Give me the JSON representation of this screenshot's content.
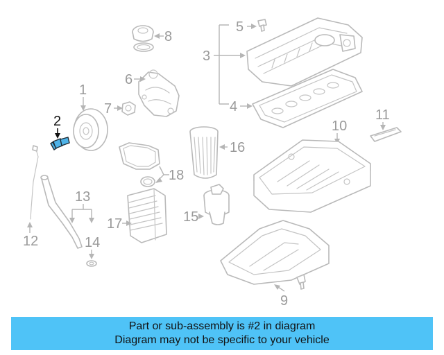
{
  "diagram": {
    "callouts": {
      "c1": "1",
      "c2": "2",
      "c3": "3",
      "c4": "4",
      "c5": "5",
      "c6": "6",
      "c7": "7",
      "c8": "8",
      "c9": "9",
      "c10": "10",
      "c11": "11",
      "c12": "12",
      "c13": "13",
      "c14": "14",
      "c15": "15",
      "c16": "16",
      "c17": "17",
      "c18": "18"
    },
    "highlighted_callout": "2",
    "highlight_color": "#4fb3e8",
    "line_color": "#b9b9b9"
  },
  "banner": {
    "line1": "Part or sub-assembly is #2 in diagram",
    "line2": "Diagram may not be specific to your vehicle",
    "background": "#4fc3f7"
  }
}
